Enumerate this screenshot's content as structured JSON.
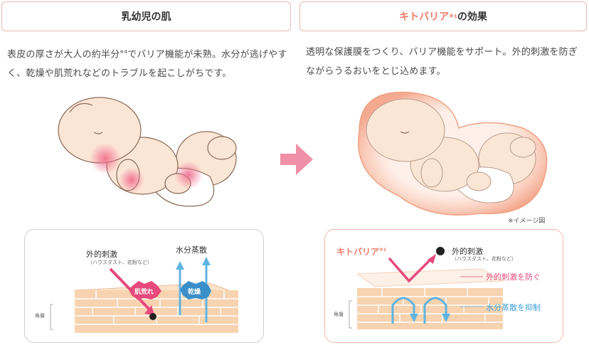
{
  "left": {
    "title": "乳幼児の肌",
    "description_1": "表皮の厚さが大人の約半分",
    "description_note": "※4",
    "description_2": "でバリア機能が未熟。水分が逃げやすく、乾燥や肌荒れなどのトラブルを起こしがちです。",
    "diagram": {
      "external_label": "外的刺激",
      "external_sub": "（ハウスダスト、花粉など）",
      "moisture_label": "水分蒸散",
      "rough_badge": "肌荒れ",
      "dry_badge": "乾燥",
      "layer_label": "角層"
    }
  },
  "right": {
    "title_accent": "キトバリア",
    "title_note": "※1",
    "title_rest": "の効果",
    "description": "透明な保護膜をつくり、バリア機能をサポート。外的刺激を防ぎながらうるおいをとじ込めます。",
    "image_note": "※イメージ図",
    "diagram": {
      "brand_label": "キトバリア",
      "brand_note": "※1",
      "external_label": "外的刺激",
      "external_sub": "（ハウスダスト、花粉など）",
      "block_label": "外的刺激を防ぐ",
      "retain_label": "水分蒸散を抑制",
      "layer_label": "角層"
    }
  },
  "colors": {
    "accent_orange": "#ef7a68",
    "pink": "#e6497c",
    "blue": "#5fb4e0",
    "skin": "#f7dcc4",
    "border_pink": "#e8b8b0"
  },
  "icons": {
    "arrow": "arrow-right-icon",
    "irritant": "spiky-particle-icon"
  }
}
